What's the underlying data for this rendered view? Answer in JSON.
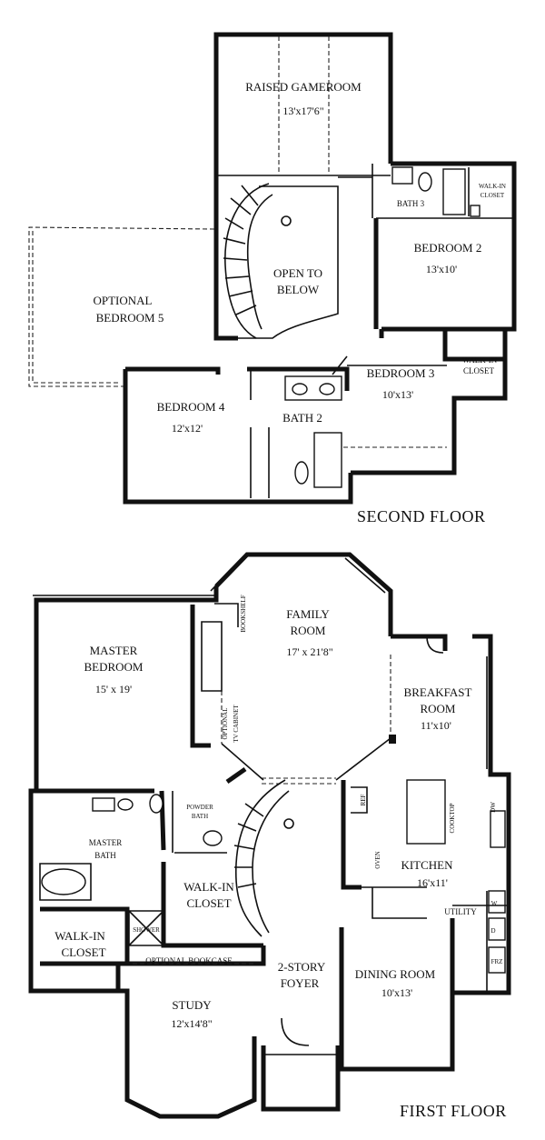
{
  "second_floor": {
    "title": "SECOND FLOOR",
    "rooms": {
      "gameroom": {
        "name": "RAISED GAMEROOM",
        "dim": "13'x17'6\""
      },
      "bath3": {
        "name": "BATH 3"
      },
      "walkin_upper": {
        "name_1": "WALK-IN",
        "name_2": "CLOSET"
      },
      "bedroom2": {
        "name": "BEDROOM 2",
        "dim": "13'x10'"
      },
      "open_below": {
        "name_1": "OPEN TO",
        "name_2": "BELOW"
      },
      "bedroom5": {
        "name_1": "OPTIONAL",
        "name_2": "BEDROOM 5"
      },
      "walkin_b3": {
        "name_1": "WALK-IN",
        "name_2": "CLOSET"
      },
      "bedroom3": {
        "name": "BEDROOM 3",
        "dim": "10'x13'"
      },
      "bedroom4": {
        "name": "BEDROOM 4",
        "dim": "12'x12'"
      },
      "bath2": {
        "name": "BATH 2"
      }
    }
  },
  "first_floor": {
    "title": "FIRST FLOOR",
    "rooms": {
      "family": {
        "name_1": "FAMILY",
        "name_2": "ROOM",
        "dim": "17' x 21'8\""
      },
      "bookshelf": {
        "name": "BOOKSHELF"
      },
      "master_bedroom": {
        "name_1": "MASTER",
        "name_2": "BEDROOM",
        "dim": "15' x 19'"
      },
      "tv_cabinet": {
        "name_1": "OPTIONAL",
        "name_2": "TV CABINET"
      },
      "breakfast": {
        "name_1": "BREAKFAST",
        "name_2": "ROOM",
        "dim": "11'x10'"
      },
      "powder": {
        "name_1": "POWDER",
        "name_2": "BATH"
      },
      "master_bath": {
        "name_1": "MASTER",
        "name_2": "BATH"
      },
      "ref": {
        "name": "REF"
      },
      "dw": {
        "name": "DW"
      },
      "cooktop": {
        "name": "COOKTOP"
      },
      "oven": {
        "name": "OVEN"
      },
      "kitchen": {
        "name": "KITCHEN",
        "dim": "16'x11'"
      },
      "walkin_master": {
        "name_1": "WALK-IN",
        "name_2": "CLOSET"
      },
      "shower": {
        "name": "SHOWER"
      },
      "walkin_lower": {
        "name_1": "WALK-IN",
        "name_2": "CLOSET"
      },
      "utility": {
        "name": "UTILITY",
        "w": "W",
        "d": "D",
        "frz": "FRZ"
      },
      "bookcase": {
        "name": "OPTIONAL BOOKCASE"
      },
      "foyer": {
        "name_1": "2-STORY",
        "name_2": "FOYER"
      },
      "dining": {
        "name": "DINING ROOM",
        "dim": "10'x13'"
      },
      "study": {
        "name": "STUDY",
        "dim": "12'x14'8\""
      }
    }
  }
}
